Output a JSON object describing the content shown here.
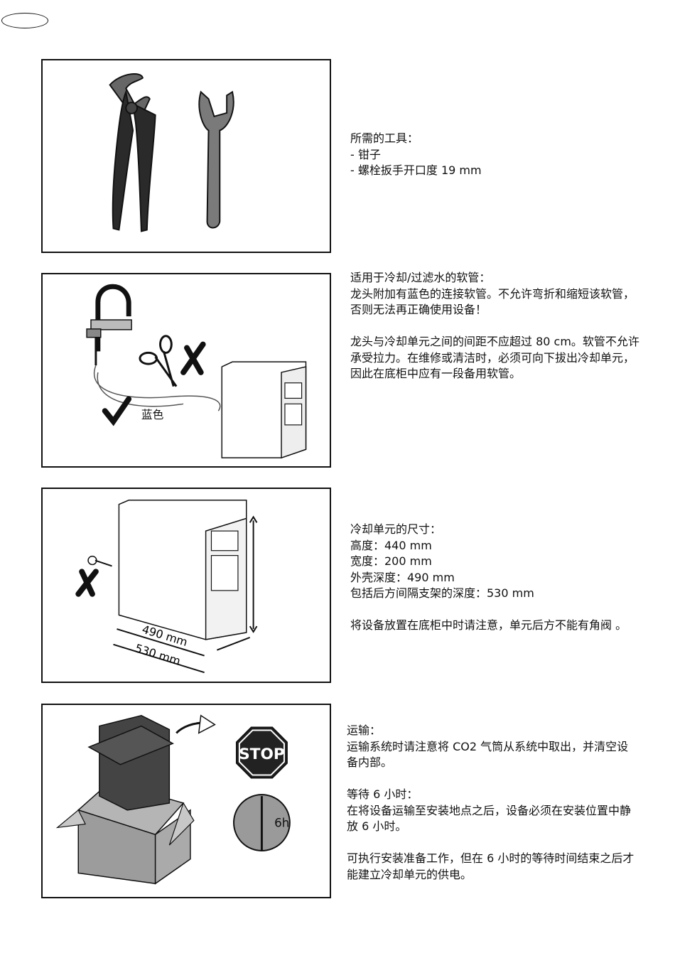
{
  "page": {
    "language_badge": ""
  },
  "sections": [
    {
      "text": "所需的工具：\n- 钳子\n- 螺栓扳手开口度 19 mm"
    },
    {
      "text": "适用于冷却/过滤水的软管：\n龙头附加有蓝色的连接软管。不允许弯折和缩短该软管，否则无法再正确使用设备！\n\n龙头与冷却单元之间的间距不应超过 80 cm。软管不允许承受拉力。在维修或清洁时，必须可向下拔出冷却单元，因此在底柜中应有一段备用软管。",
      "figure_label": "蓝色"
    },
    {
      "text": "冷却单元的尺寸：\n高度：440 mm\n宽度：200 mm\n外壳深度：490 mm\n包括后方间隔支架的深度：530 mm\n\n将设备放置在底柜中时请注意，单元后方不能有角阀 。",
      "dim_label_1": "490 mm",
      "dim_label_2": "530 mm"
    },
    {
      "text": "运输：\n运输系统时请注意将 CO2 气筒从系统中取出，并清空设备内部。\n\n等待 6 小时：\n在将设备运输至安装地点之后，设备必须在安装位置中静放 6 小时。\n\n可执行安装准备工作，但在 6 小时的等待时间结束之后才能建立冷却单元的供电。",
      "stop_label": "STOP",
      "clock_label": "6h"
    }
  ],
  "colors": {
    "tool_dark": "#3a3a3a",
    "tool_grey": "#7a7a7a",
    "box_grey": "#9c9c9c",
    "stop_fill": "#222222"
  }
}
